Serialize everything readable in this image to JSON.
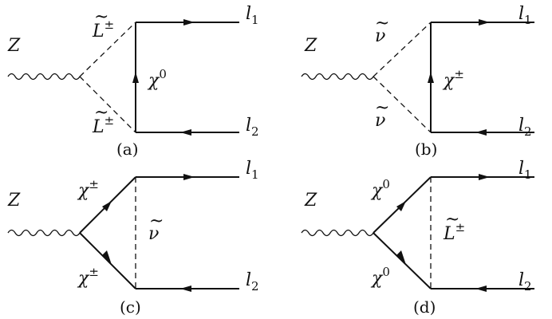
{
  "diagrams": [
    {
      "caption": "(a)",
      "caption_letter": "a",
      "boson": "Z",
      "upper_internal": {
        "base": "L",
        "tilde": true,
        "sup": "±"
      },
      "lower_internal": {
        "base": "L",
        "tilde": true,
        "sup": "±"
      },
      "vertical": {
        "base": "χ",
        "sup": "0"
      },
      "lepton_out": {
        "base": "l",
        "sub": "1"
      },
      "lepton_in": {
        "base": "l",
        "sub": "2"
      }
    },
    {
      "caption": "(b)",
      "caption_letter": "b",
      "boson": "Z",
      "upper_internal": {
        "base": "ν",
        "tilde": true,
        "sup": ""
      },
      "lower_internal": {
        "base": "ν",
        "tilde": true,
        "sup": ""
      },
      "vertical": {
        "base": "χ",
        "sup": "±"
      },
      "lepton_out": {
        "base": "l",
        "sub": "1"
      },
      "lepton_in": {
        "base": "l",
        "sub": "2"
      }
    },
    {
      "caption": "(c)",
      "caption_letter": "c",
      "boson": "Z",
      "upper_internal": {
        "base": "χ",
        "tilde": false,
        "sup": "±"
      },
      "lower_internal": {
        "base": "χ",
        "tilde": false,
        "sup": "±"
      },
      "vertical": {
        "base": "ν",
        "tilde": true,
        "sup": ""
      },
      "lepton_out": {
        "base": "l",
        "sub": "1"
      },
      "lepton_in": {
        "base": "l",
        "sub": "2"
      }
    },
    {
      "caption": "(d)",
      "caption_letter": "d",
      "boson": "Z",
      "upper_internal": {
        "base": "χ",
        "tilde": false,
        "sup": "0"
      },
      "lower_internal": {
        "base": "χ",
        "tilde": false,
        "sup": "0"
      },
      "vertical": {
        "base": "L",
        "tilde": true,
        "sup": "±"
      },
      "lepton_out": {
        "base": "l",
        "sub": "1"
      },
      "lepton_in": {
        "base": "l",
        "sub": "2"
      }
    }
  ]
}
